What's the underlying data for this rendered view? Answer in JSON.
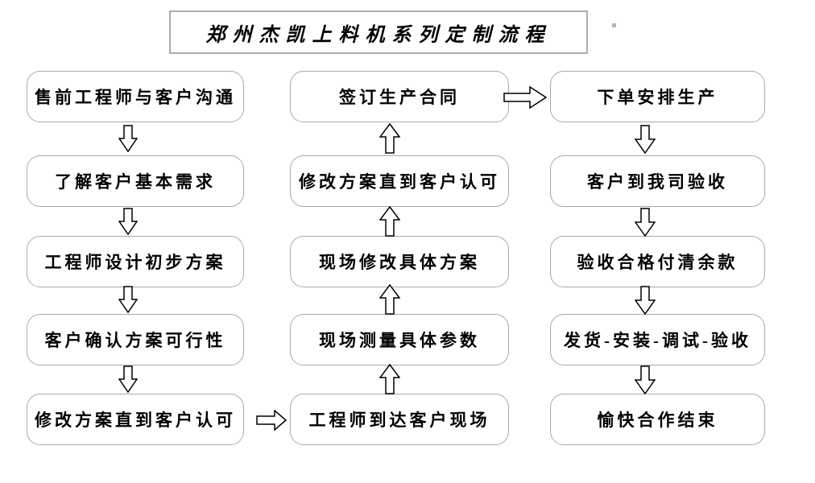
{
  "title": {
    "text": "郑州杰凯上料机系列定制流程"
  },
  "columns": {
    "left": [
      "售前工程师与客户沟通",
      "了解客户基本需求",
      "工程师设计初步方案",
      "客户确认方案可行性",
      "修改方案直到客户认可"
    ],
    "middle": [
      "签订生产合同",
      "修改方案直到客户认可",
      "现场修改具体方案",
      "现场测量具体参数",
      "工程师到达客户现场"
    ],
    "right": [
      "下单安排生产",
      "客户到我司验收",
      "验收合格付清余款",
      "发货-安装-调试-验收",
      "愉快合作结束"
    ]
  },
  "arrows": {
    "left_column_direction": "down",
    "middle_column_direction": "up",
    "right_column_direction": "down",
    "cross_links": [
      "修改方案直到客户认可 → 工程师到达客户现场",
      "签订生产合同 → 下单安排生产"
    ]
  },
  "colors": {
    "background": "#ffffff",
    "node_border": "#a9a9a9",
    "text": "#000000",
    "arrow_outline": "#000000",
    "arrow_fill": "#ffffff"
  }
}
